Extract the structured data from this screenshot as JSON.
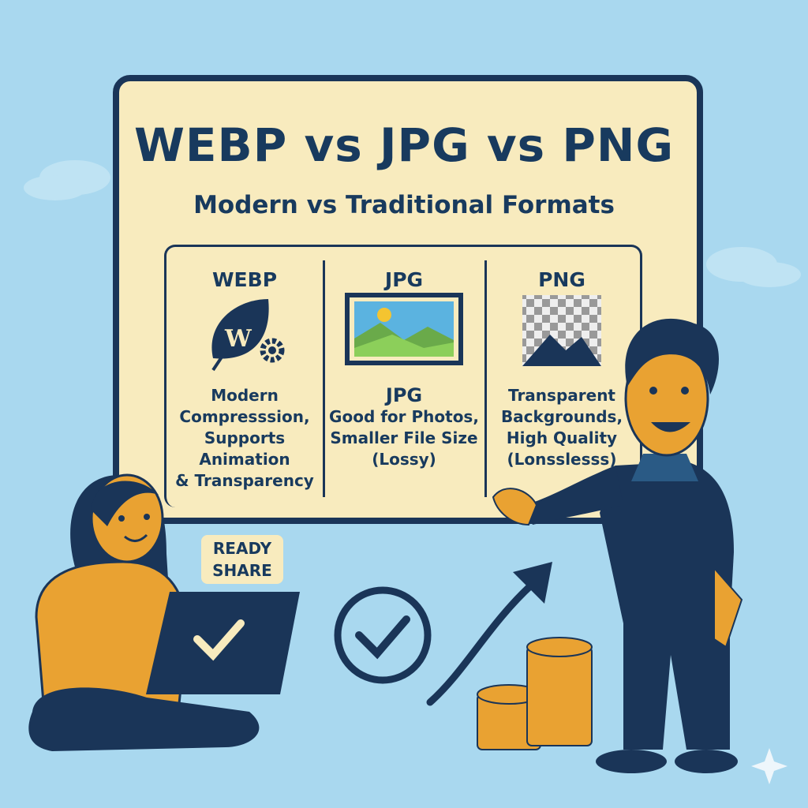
{
  "header": {
    "title": "WEBP vs JPG vs PNG",
    "subtitle": "Modern vs Traditional Formats"
  },
  "columns": [
    {
      "label": "WEBP",
      "icon": "webp-leaf-gear-icon",
      "lines": [
        "Modern",
        "Compresssion,",
        "Supports Animation",
        "& Transparency"
      ]
    },
    {
      "label": "JPG",
      "icon": "landscape-photo-icon",
      "lines": [
        "JPG",
        "Good for Photos,",
        "Smaller File Size",
        "(Lossy)"
      ]
    },
    {
      "label": "PNG",
      "icon": "transparent-checker-icon",
      "lines": [
        "Transparent",
        "Backgrounds,",
        "High Quality",
        "(Lonsslesss)"
      ]
    }
  ],
  "bubble": {
    "line1": "READY",
    "line2": "SHARE"
  },
  "colors": {
    "background": "#a9d8ef",
    "board": "#f8ebbe",
    "navy": "#1a3558",
    "orange": "#e9a232"
  }
}
